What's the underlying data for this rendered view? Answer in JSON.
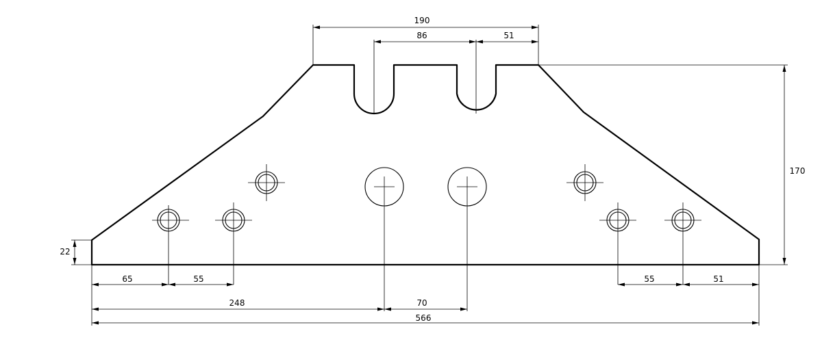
{
  "drawing": {
    "colors": {
      "line": "#000000",
      "background": "#ffffff"
    },
    "dimensions": {
      "top_width": "190",
      "slot_spacing": "86",
      "slot_to_right_edge": "51",
      "height": "170",
      "left_edge_height": "22",
      "left_hole_offset": "65",
      "left_hole_spacing": "55",
      "left_to_big_hole": "248",
      "big_hole_spacing": "70",
      "right_hole_spacing": "55",
      "right_hole_to_edge": "51",
      "overall_width": "566"
    }
  }
}
